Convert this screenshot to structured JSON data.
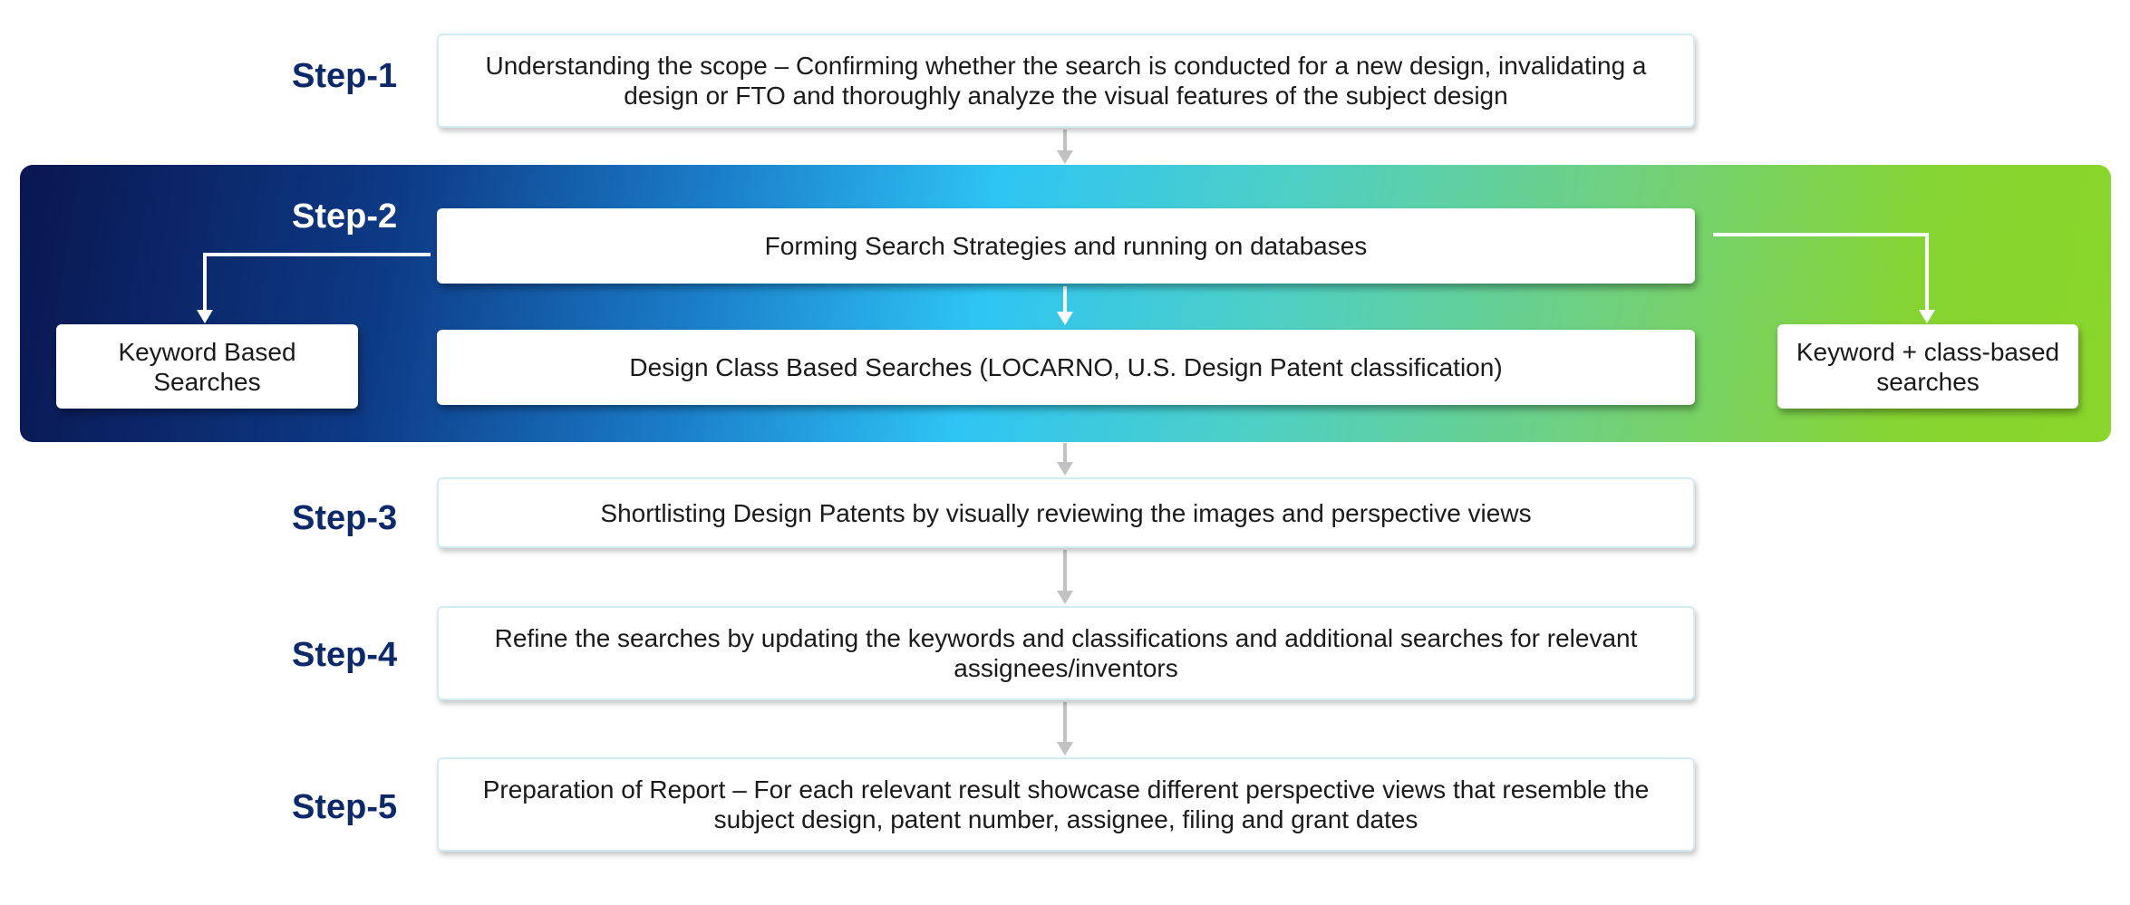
{
  "steps": [
    {
      "label": "Step-1",
      "text": "Understanding the scope – Confirming whether the search is conducted for a new design, invalidating a design or FTO and thoroughly analyze the visual features of the subject design"
    },
    {
      "label": "Step-2",
      "text": "Forming Search Strategies and running on databases",
      "branches": {
        "left": "Keyword Based Searches",
        "center": "Design Class Based Searches (LOCARNO, U.S. Design Patent classification)",
        "right": "Keyword + class-based searches"
      }
    },
    {
      "label": "Step-3",
      "text": "Shortlisting Design Patents by visually reviewing the images and perspective views"
    },
    {
      "label": "Step-4",
      "text": "Refine the searches by updating the keywords and classifications and additional searches for relevant assignees/inventors"
    },
    {
      "label": "Step-5",
      "text": "Preparation of Report – For each relevant result showcase different perspective views that resemble the subject design, patent number, assignee, filing and grant dates"
    }
  ],
  "colors": {
    "step_label": "#0c2a6b",
    "gradient_start": "#0a1650",
    "gradient_mid": "#2ec5f4",
    "gradient_end": "#8ad62a",
    "gray_arrow": "#c2c2c2",
    "white_arrow": "#ffffff",
    "box_border": "#d2ecf6"
  }
}
